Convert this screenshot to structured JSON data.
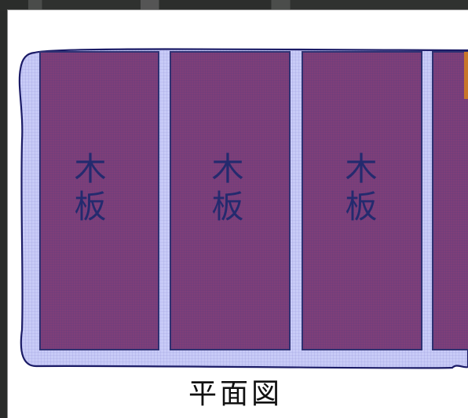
{
  "colors": {
    "board_fill": "#7d3f78",
    "board_stroke": "#2d3070",
    "base_fill": "#c4c7f5",
    "base_stroke": "#1a1a66",
    "board_label": "#242a6e",
    "accent_edge": "#c8762a"
  },
  "boards": [
    {
      "label_line1": "木",
      "label_line2": "板"
    },
    {
      "label_line1": "木",
      "label_line2": "板"
    },
    {
      "label_line1": "木",
      "label_line2": "板"
    }
  ],
  "caption": "平面図"
}
